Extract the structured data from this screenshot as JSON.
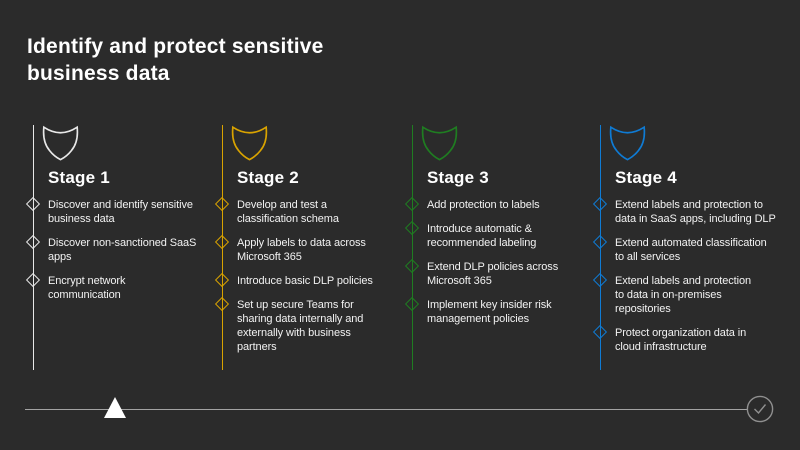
{
  "slide": {
    "title": "Identify and protect sensitive\nbusiness data",
    "background_color": "#2b2b2b",
    "text_color": "#ffffff"
  },
  "stages": [
    {
      "label": "Stage 1",
      "color": "#e8e8e8",
      "icon": "shield-icon",
      "items": [
        "Discover and identify sensitive\nbusiness data",
        "Discover non-sanctioned SaaS\napps",
        "Encrypt network\ncommunication"
      ]
    },
    {
      "label": "Stage 2",
      "color": "#d9a300",
      "icon": "shield-icon",
      "items": [
        "Develop and test a\nclassification schema",
        "Apply labels to data across\nMicrosoft 365",
        "Introduce basic DLP policies",
        "Set up secure Teams for\nsharing data internally and\nexternally with business\npartners"
      ]
    },
    {
      "label": "Stage 3",
      "color": "#1f7d21",
      "icon": "shield-icon",
      "items": [
        "Add protection to labels",
        "Introduce automatic &\nrecommended labeling",
        "Extend DLP policies across\nMicrosoft 365",
        "Implement key insider risk\nmanagement policies"
      ]
    },
    {
      "label": "Stage 4",
      "color": "#0f7bd4",
      "icon": "shield-icon",
      "items": [
        "Extend labels and protection to\ndata in SaaS apps, including DLP",
        "Extend automated classification\nto all services",
        "Extend labels and protection\nto data in on-premises\nrepositories",
        "Protect organization data in\ncloud infrastructure"
      ]
    }
  ],
  "timeline": {
    "line_color": "#a3a3a3",
    "progress_marker_icon": "triangle-up",
    "progress_marker_color": "#ffffff",
    "end_icon": "checkmark-circle",
    "end_icon_color": "#909090"
  }
}
